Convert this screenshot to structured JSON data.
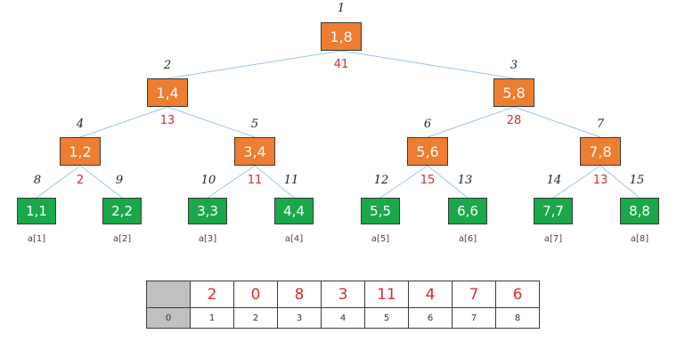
{
  "tree": {
    "nodes": [
      {
        "i": 1,
        "index": "1",
        "range": "1,8",
        "sum": "41"
      },
      {
        "i": 2,
        "index": "2",
        "range": "1,4",
        "sum": "13"
      },
      {
        "i": 3,
        "index": "3",
        "range": "5,8",
        "sum": "28"
      },
      {
        "i": 4,
        "index": "4",
        "range": "1,2",
        "sum": "2"
      },
      {
        "i": 5,
        "index": "5",
        "range": "3,4",
        "sum": "11"
      },
      {
        "i": 6,
        "index": "6",
        "range": "5,6",
        "sum": "15"
      },
      {
        "i": 7,
        "index": "7",
        "range": "7,8",
        "sum": "13"
      },
      {
        "i": 8,
        "index": "8",
        "range": "1,1",
        "label": "a[1]"
      },
      {
        "i": 9,
        "index": "9",
        "range": "2,2",
        "label": "a[2]"
      },
      {
        "i": 10,
        "index": "10",
        "range": "3,3",
        "label": "a[3]"
      },
      {
        "i": 11,
        "index": "11",
        "range": "4,4",
        "label": "a[4]"
      },
      {
        "i": 12,
        "index": "12",
        "range": "5,5",
        "label": "a[5]"
      },
      {
        "i": 13,
        "index": "13",
        "range": "6,6",
        "label": "a[6]"
      },
      {
        "i": 14,
        "index": "14",
        "range": "7,7",
        "label": "a[7]"
      },
      {
        "i": 15,
        "index": "15",
        "range": "8,8",
        "label": "a[8]"
      }
    ]
  },
  "array": {
    "values": [
      "2",
      "0",
      "8",
      "3",
      "11",
      "4",
      "7",
      "6"
    ],
    "indices": [
      "0",
      "1",
      "2",
      "3",
      "4",
      "5",
      "6",
      "7",
      "8"
    ]
  },
  "colors": {
    "internal": "#ed7d31",
    "leaf": "#1aa84a",
    "edge": "#9ec3e6",
    "sum": "#d0312d"
  }
}
